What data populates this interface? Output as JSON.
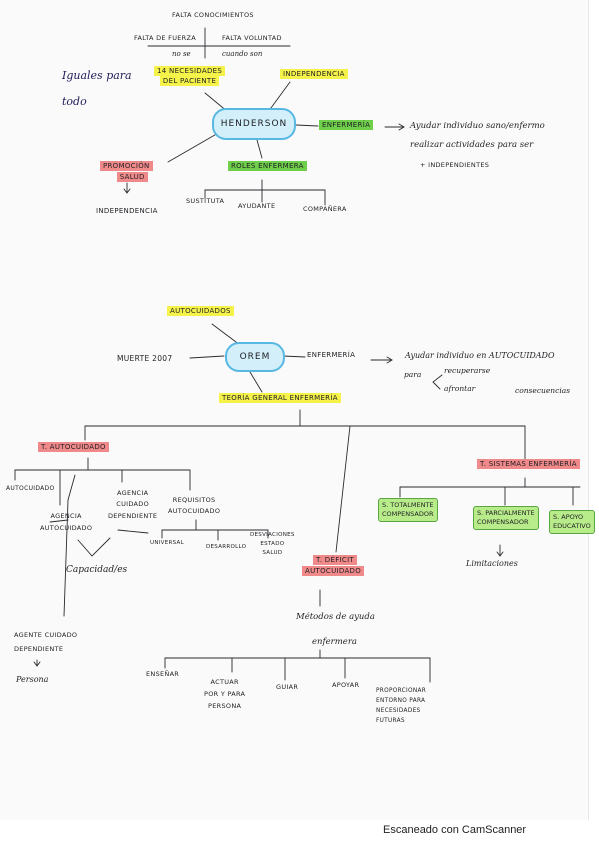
{
  "henderson": {
    "falta_conocimientos": "FALTA CONOCIMIENTOS",
    "falta_fuerza": "FALTA DE FUERZA",
    "falta_voluntad": "FALTA VOLUNTAD",
    "no_se": "no se",
    "cuando_son": "cuando son",
    "iguales_para": "Iguales para",
    "todo": "todo",
    "necesidades": "14 NECESIDADES",
    "del_paciente": "DEL PACIENTE",
    "independencia": "INDEPENDENCIA",
    "center": "HENDERSON",
    "enfermeria": "ENFERMERÍA",
    "goal_line1": "Ayudar individuo sano/enfermo",
    "goal_line2": "realizar actividades para ser",
    "goal_line3": "+ INDEPENDIENTES",
    "promocion": "PROMOCIÓN",
    "salud": "SALUD",
    "independencia_result": "INDEPENDENCIA",
    "roles": "ROLES ENFERMERA",
    "sustituta": "SUSTITUTA",
    "ayudante": "AYUDANTE",
    "companera": "COMPAÑERA"
  },
  "orem": {
    "autocuidados": "AUTOCUIDADOS",
    "muerte": "MUERTE 2007",
    "center": "OREM",
    "enfermeria": "ENFERMERÍA",
    "goal_line1": "Ayudar individuo en AUTOCUIDADO",
    "goal_para": "para",
    "goal_recuperarse": "recuperarse",
    "goal_afrontar": "afrontar",
    "goal_consecuencias": "consecuencias",
    "teoria_general": "TEORÍA GENERAL ENFERMERÍA",
    "t_autocuidado": "T. AUTOCUIDADO",
    "autocuidado": "AUTOCUIDADO",
    "agencia_line1": "AGENCIA",
    "agencia_line2": "AUTOCUIDADO",
    "capacidades": "Capacidad/es",
    "agencia_cuidado_line1": "AGENCIA",
    "agencia_cuidado_line2": "CUIDADO",
    "agencia_cuidado_line3": "DEPENDIENTE",
    "requisitos_line1": "REQUISITOS",
    "requisitos_line2": "AUTOCUIDADO",
    "req_universal": "UNIVERSAL",
    "req_desarrollo": "DESARROLLO",
    "req_desviacion_line1": "DESVIACIONES",
    "req_desviacion_line2": "ESTADO",
    "req_desviacion_line3": "SALUD",
    "agente_line1": "AGENTE CUIDADO",
    "agente_line2": "DEPENDIENTE",
    "persona": "Persona",
    "t_deficit": "T. DÉFICIT",
    "deficit_autocuidado": "AUTOCUIDADO",
    "metodos_line1": "Métodos de ayuda",
    "metodos_line2": "enfermera",
    "m_ensenar": "ENSEÑAR",
    "m_actuar_line1": "ACTUAR",
    "m_actuar_line2": "POR Y PARA",
    "m_actuar_line3": "PERSONA",
    "m_guiar": "GUIAR",
    "m_apoyar": "APOYAR",
    "m_prop_line1": "PROPORCIONAR",
    "m_prop_line2": "ENTORNO PARA",
    "m_prop_line3": "NECESIDADES",
    "m_prop_line4": "FUTURAS",
    "t_sistemas": "T. SISTEMAS ENFERMERÍA",
    "s_total_line1": "S. TOTALMENTE",
    "s_total_line2": "COMPENSADOR",
    "s_parcial_line1": "S. PARCIALMENTE",
    "s_parcial_line2": "COMPENSADOR",
    "s_apoyo_line1": "S. APOYO",
    "s_apoyo_line2": "EDUCATIVO",
    "limitaciones": "Limitaciones"
  },
  "footer": {
    "scanner": "Escaneado con CamScanner"
  },
  "colors": {
    "highlight_yellow": "#f5f24a",
    "highlight_red": "#f08a8a",
    "highlight_green": "#6fcf4a",
    "cloud_fill": "#d2effa",
    "cloud_border": "#58b8e4",
    "ink": "#1f1f24"
  }
}
